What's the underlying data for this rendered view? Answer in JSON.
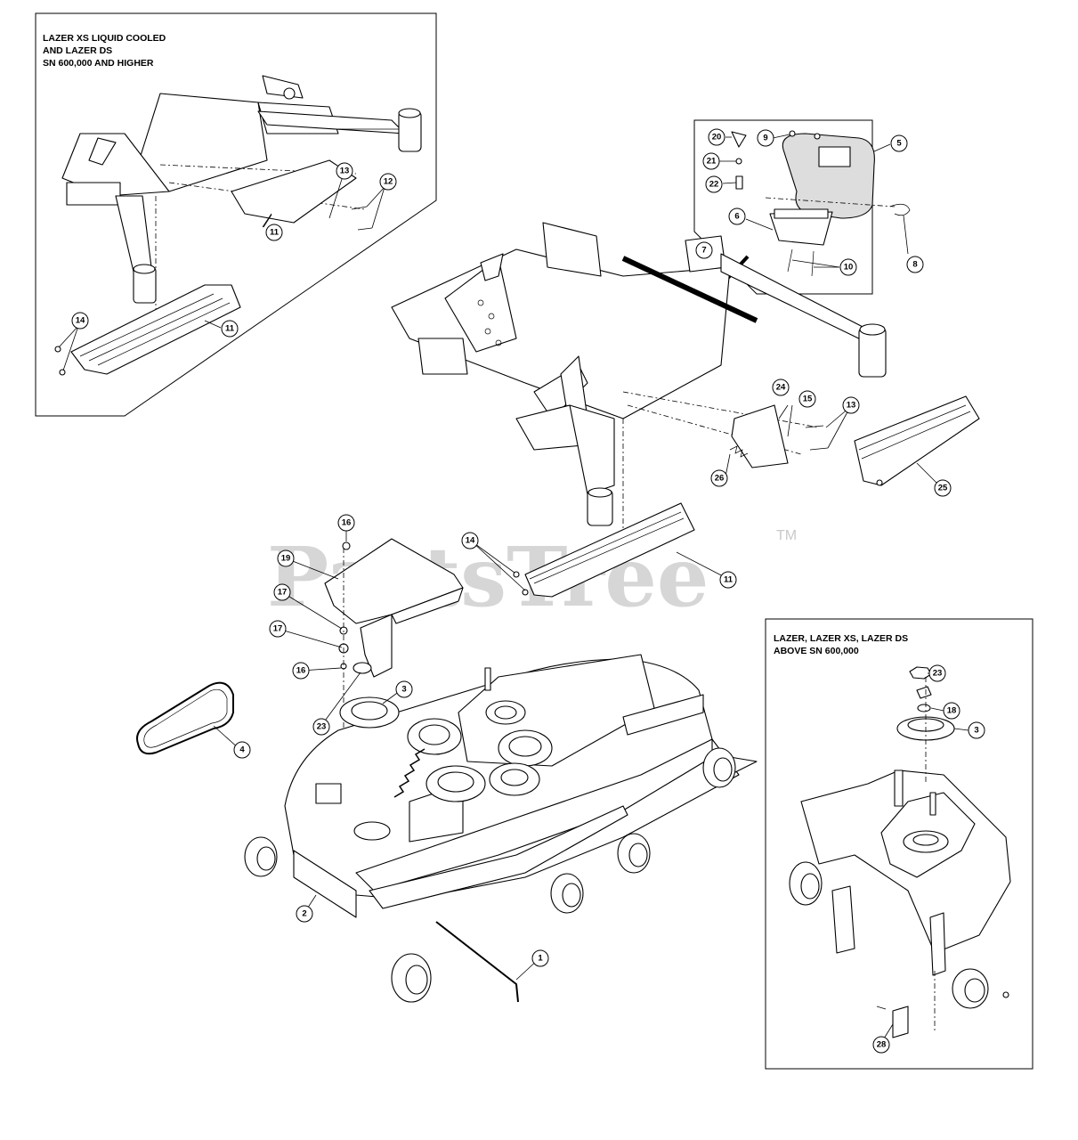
{
  "insets": {
    "top_left_caption": [
      "LAZER XS LIQUID COOLED",
      "AND LAZER DS",
      "SN 600,000 AND HIGHER"
    ],
    "bottom_right_caption": [
      "LAZER, LAZER XS, LAZER DS",
      "ABOVE SN 600,000"
    ]
  },
  "watermark": {
    "text": "PartsTree",
    "mark": "TM"
  },
  "callouts": [
    {
      "id": "c1",
      "label": "1"
    },
    {
      "id": "c2",
      "label": "2"
    },
    {
      "id": "c3a",
      "label": "3"
    },
    {
      "id": "c3b",
      "label": "3"
    },
    {
      "id": "c4",
      "label": "4"
    },
    {
      "id": "c5",
      "label": "5"
    },
    {
      "id": "c6",
      "label": "6"
    },
    {
      "id": "c7",
      "label": "7"
    },
    {
      "id": "c8",
      "label": "8"
    },
    {
      "id": "c9",
      "label": "9"
    },
    {
      "id": "c10",
      "label": "10"
    },
    {
      "id": "c11a",
      "label": "11"
    },
    {
      "id": "c11b",
      "label": "11"
    },
    {
      "id": "c11c",
      "label": "11"
    },
    {
      "id": "c12a",
      "label": "12"
    },
    {
      "id": "c12b",
      "label": "12"
    },
    {
      "id": "c13a",
      "label": "13"
    },
    {
      "id": "c13b",
      "label": "13"
    },
    {
      "id": "c14a",
      "label": "14"
    },
    {
      "id": "c14b",
      "label": "14"
    },
    {
      "id": "c15",
      "label": "15"
    },
    {
      "id": "c16a",
      "label": "16"
    },
    {
      "id": "c16b",
      "label": "16"
    },
    {
      "id": "c17",
      "label": "17"
    },
    {
      "id": "c18",
      "label": "18"
    },
    {
      "id": "c19",
      "label": "19"
    },
    {
      "id": "c20",
      "label": "20"
    },
    {
      "id": "c21",
      "label": "21"
    },
    {
      "id": "c22",
      "label": "22"
    },
    {
      "id": "c23a",
      "label": "23"
    },
    {
      "id": "c23b",
      "label": "23"
    },
    {
      "id": "c24",
      "label": "24"
    },
    {
      "id": "c25",
      "label": "25"
    },
    {
      "id": "c26",
      "label": "26"
    },
    {
      "id": "c28",
      "label": "28"
    }
  ]
}
